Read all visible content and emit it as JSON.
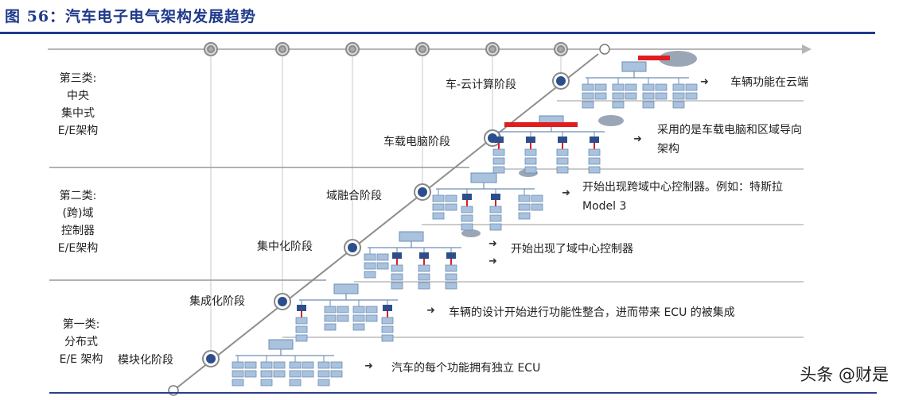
{
  "figure": {
    "title": "图 56：汽车电子电气架构发展趋势"
  },
  "categories": [
    {
      "label": "第三类:\n中央\n集中式\nE/E架构"
    },
    {
      "label": "第二类:\n(跨)域\n控制器\nE/E架构"
    },
    {
      "label": "第一类:\n分布式\nE/E 架构"
    }
  ],
  "stages": [
    {
      "label": "车-云计算阶段",
      "description": "车辆功能在云端"
    },
    {
      "label": "车载电脑阶段",
      "description": "采用的是车载电脑和区域导向\n架构"
    },
    {
      "label": "域融合阶段",
      "description": "开始出现跨域中心控制器。例如：特斯拉\nModel 3"
    },
    {
      "label": "集中化阶段",
      "description": "开始出现了域中心控制器"
    },
    {
      "label": "集成化阶段",
      "description": "车辆的设计开始进行功能性整合，进而带来 ECU 的被集成"
    },
    {
      "label": "模块化阶段",
      "description": "汽车的每个功能拥有独立 ECU"
    }
  ],
  "arrow_glyph": "➜",
  "watermark": "头条 @财是",
  "colors": {
    "title": "#1f3a8a",
    "node_fill": "#2c4f8c",
    "highlight": "#e11d1d",
    "box_fill": "#a9c2de",
    "cloud": "#9aa6b6"
  }
}
